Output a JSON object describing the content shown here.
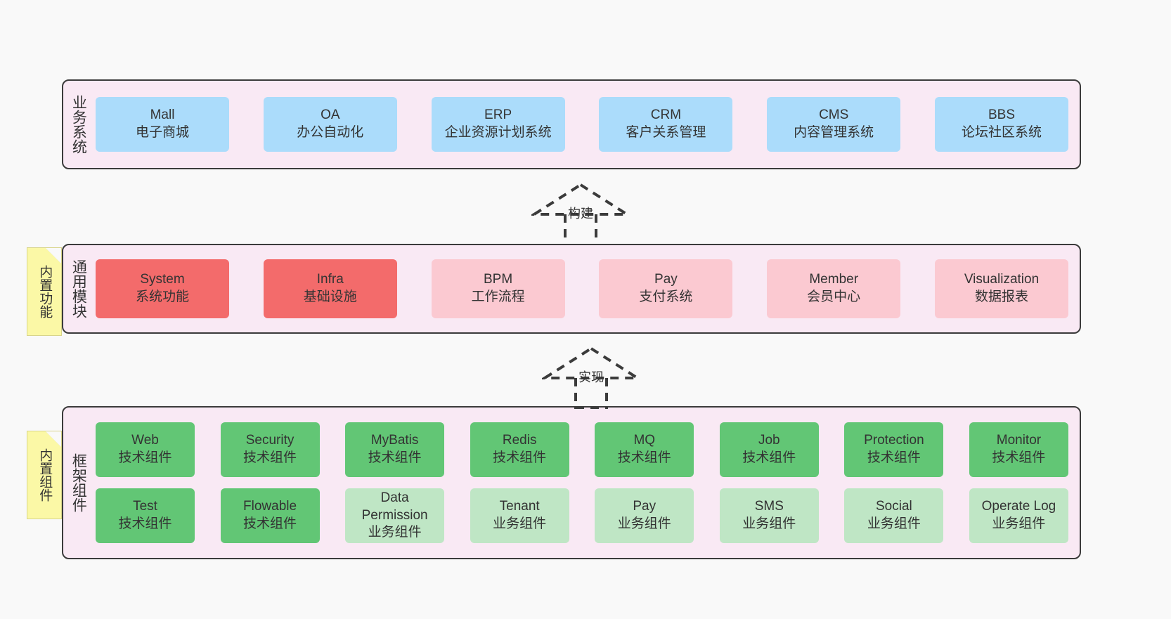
{
  "theme": {
    "page_background": "#f9f9f9",
    "layer_background": "#f9e9f4",
    "layer_border": "#3b3b3b",
    "business_card": "#abdcfb",
    "module_card_strong": "#f36b6b",
    "module_card_light": "#fbc9d1",
    "component_tech": "#62c675",
    "component_business": "#bfe6c5",
    "note_background": "#fbf8a6",
    "text_color": "#333333"
  },
  "layers": {
    "business": {
      "title": "业务系统",
      "cards": [
        {
          "name": "Mall",
          "desc": "电子商城"
        },
        {
          "name": "OA",
          "desc": "办公自动化"
        },
        {
          "name": "ERP",
          "desc": "企业资源计划系统"
        },
        {
          "name": "CRM",
          "desc": "客户关系管理"
        },
        {
          "name": "CMS",
          "desc": "内容管理系统"
        },
        {
          "name": "BBS",
          "desc": "论坛社区系统"
        }
      ]
    },
    "module": {
      "title": "通用模块",
      "note": "内置功能",
      "cards": [
        {
          "name": "System",
          "desc": "系统功能",
          "tone": "strong"
        },
        {
          "name": "Infra",
          "desc": "基础设施",
          "tone": "strong"
        },
        {
          "name": "BPM",
          "desc": "工作流程",
          "tone": "light"
        },
        {
          "name": "Pay",
          "desc": "支付系统",
          "tone": "light"
        },
        {
          "name": "Member",
          "desc": "会员中心",
          "tone": "light"
        },
        {
          "name": "Visualization",
          "desc": "数据报表",
          "tone": "light"
        }
      ]
    },
    "framework": {
      "title": "框架组件",
      "note": "内置组件",
      "row1": [
        {
          "name": "Web",
          "desc": "技术组件"
        },
        {
          "name": "Security",
          "desc": "技术组件"
        },
        {
          "name": "MyBatis",
          "desc": "技术组件"
        },
        {
          "name": "Redis",
          "desc": "技术组件"
        },
        {
          "name": "MQ",
          "desc": "技术组件"
        },
        {
          "name": "Job",
          "desc": "技术组件"
        },
        {
          "name": "Protection",
          "desc": "技术组件"
        },
        {
          "name": "Monitor",
          "desc": "技术组件"
        }
      ],
      "row2": [
        {
          "name": "Test",
          "desc": "技术组件",
          "tone": "tech"
        },
        {
          "name": "Flowable",
          "desc": "技术组件",
          "tone": "tech"
        },
        {
          "name": "Data Permission",
          "desc": "业务组件",
          "tone": "business"
        },
        {
          "name": "Tenant",
          "desc": "业务组件",
          "tone": "business"
        },
        {
          "name": "Pay",
          "desc": "业务组件",
          "tone": "business"
        },
        {
          "name": "SMS",
          "desc": "业务组件",
          "tone": "business"
        },
        {
          "name": "Social",
          "desc": "业务组件",
          "tone": "business"
        },
        {
          "name": "Operate Log",
          "desc": "业务组件",
          "tone": "business"
        }
      ]
    }
  },
  "connectors": [
    {
      "id": "build",
      "label": "构建",
      "from": "module",
      "to": "business",
      "style": "dashed-generalization"
    },
    {
      "id": "implement",
      "label": "实现",
      "from": "framework",
      "to": "module",
      "style": "dashed-generalization"
    }
  ]
}
